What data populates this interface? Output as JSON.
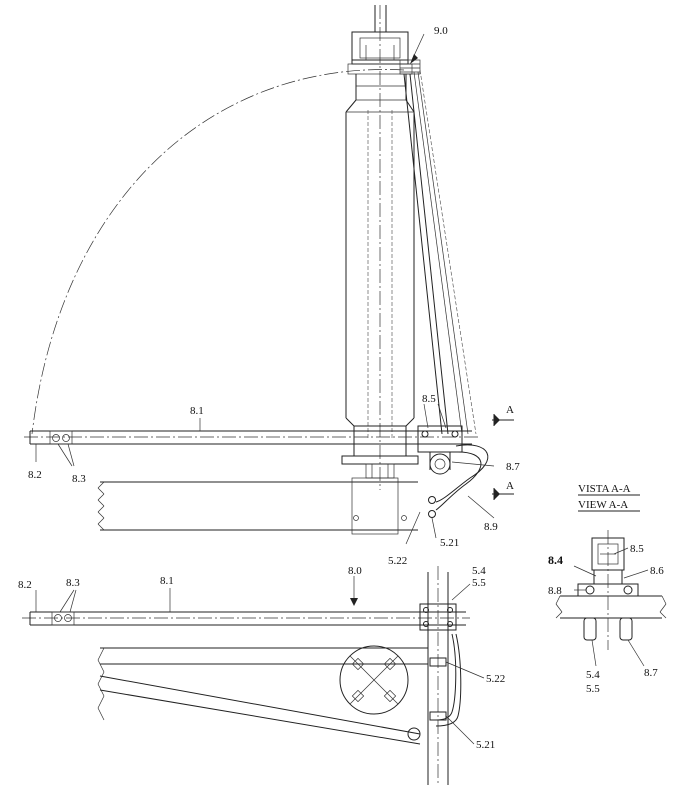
{
  "labels": {
    "top_9_0": "9.0",
    "top_8_1": "8.1",
    "top_8_2": "8.2",
    "top_8_3": "8.3",
    "top_8_5": "8.5",
    "top_8_7": "8.7",
    "top_8_9": "8.9",
    "top_5_22": "5.22",
    "top_5_21": "5.21",
    "sec_a_top": "A",
    "sec_a_bottom": "A",
    "bot_8_0": "8.0",
    "bot_8_1": "8.1",
    "bot_8_2": "8.2",
    "bot_8_3": "8.3",
    "bot_5_4": "5.4",
    "bot_5_5": "5.5",
    "bot_5_22": "5.22",
    "bot_5_21": "5.21",
    "view_title_1": "VISTA A-A",
    "view_title_2": "VIEW A-A",
    "view_8_4": "8.4",
    "view_8_5": "8.5",
    "view_8_6": "8.6",
    "view_8_8": "8.8",
    "view_5_4": "5.4",
    "view_5_5": "5.5",
    "view_8_7": "8.7"
  }
}
